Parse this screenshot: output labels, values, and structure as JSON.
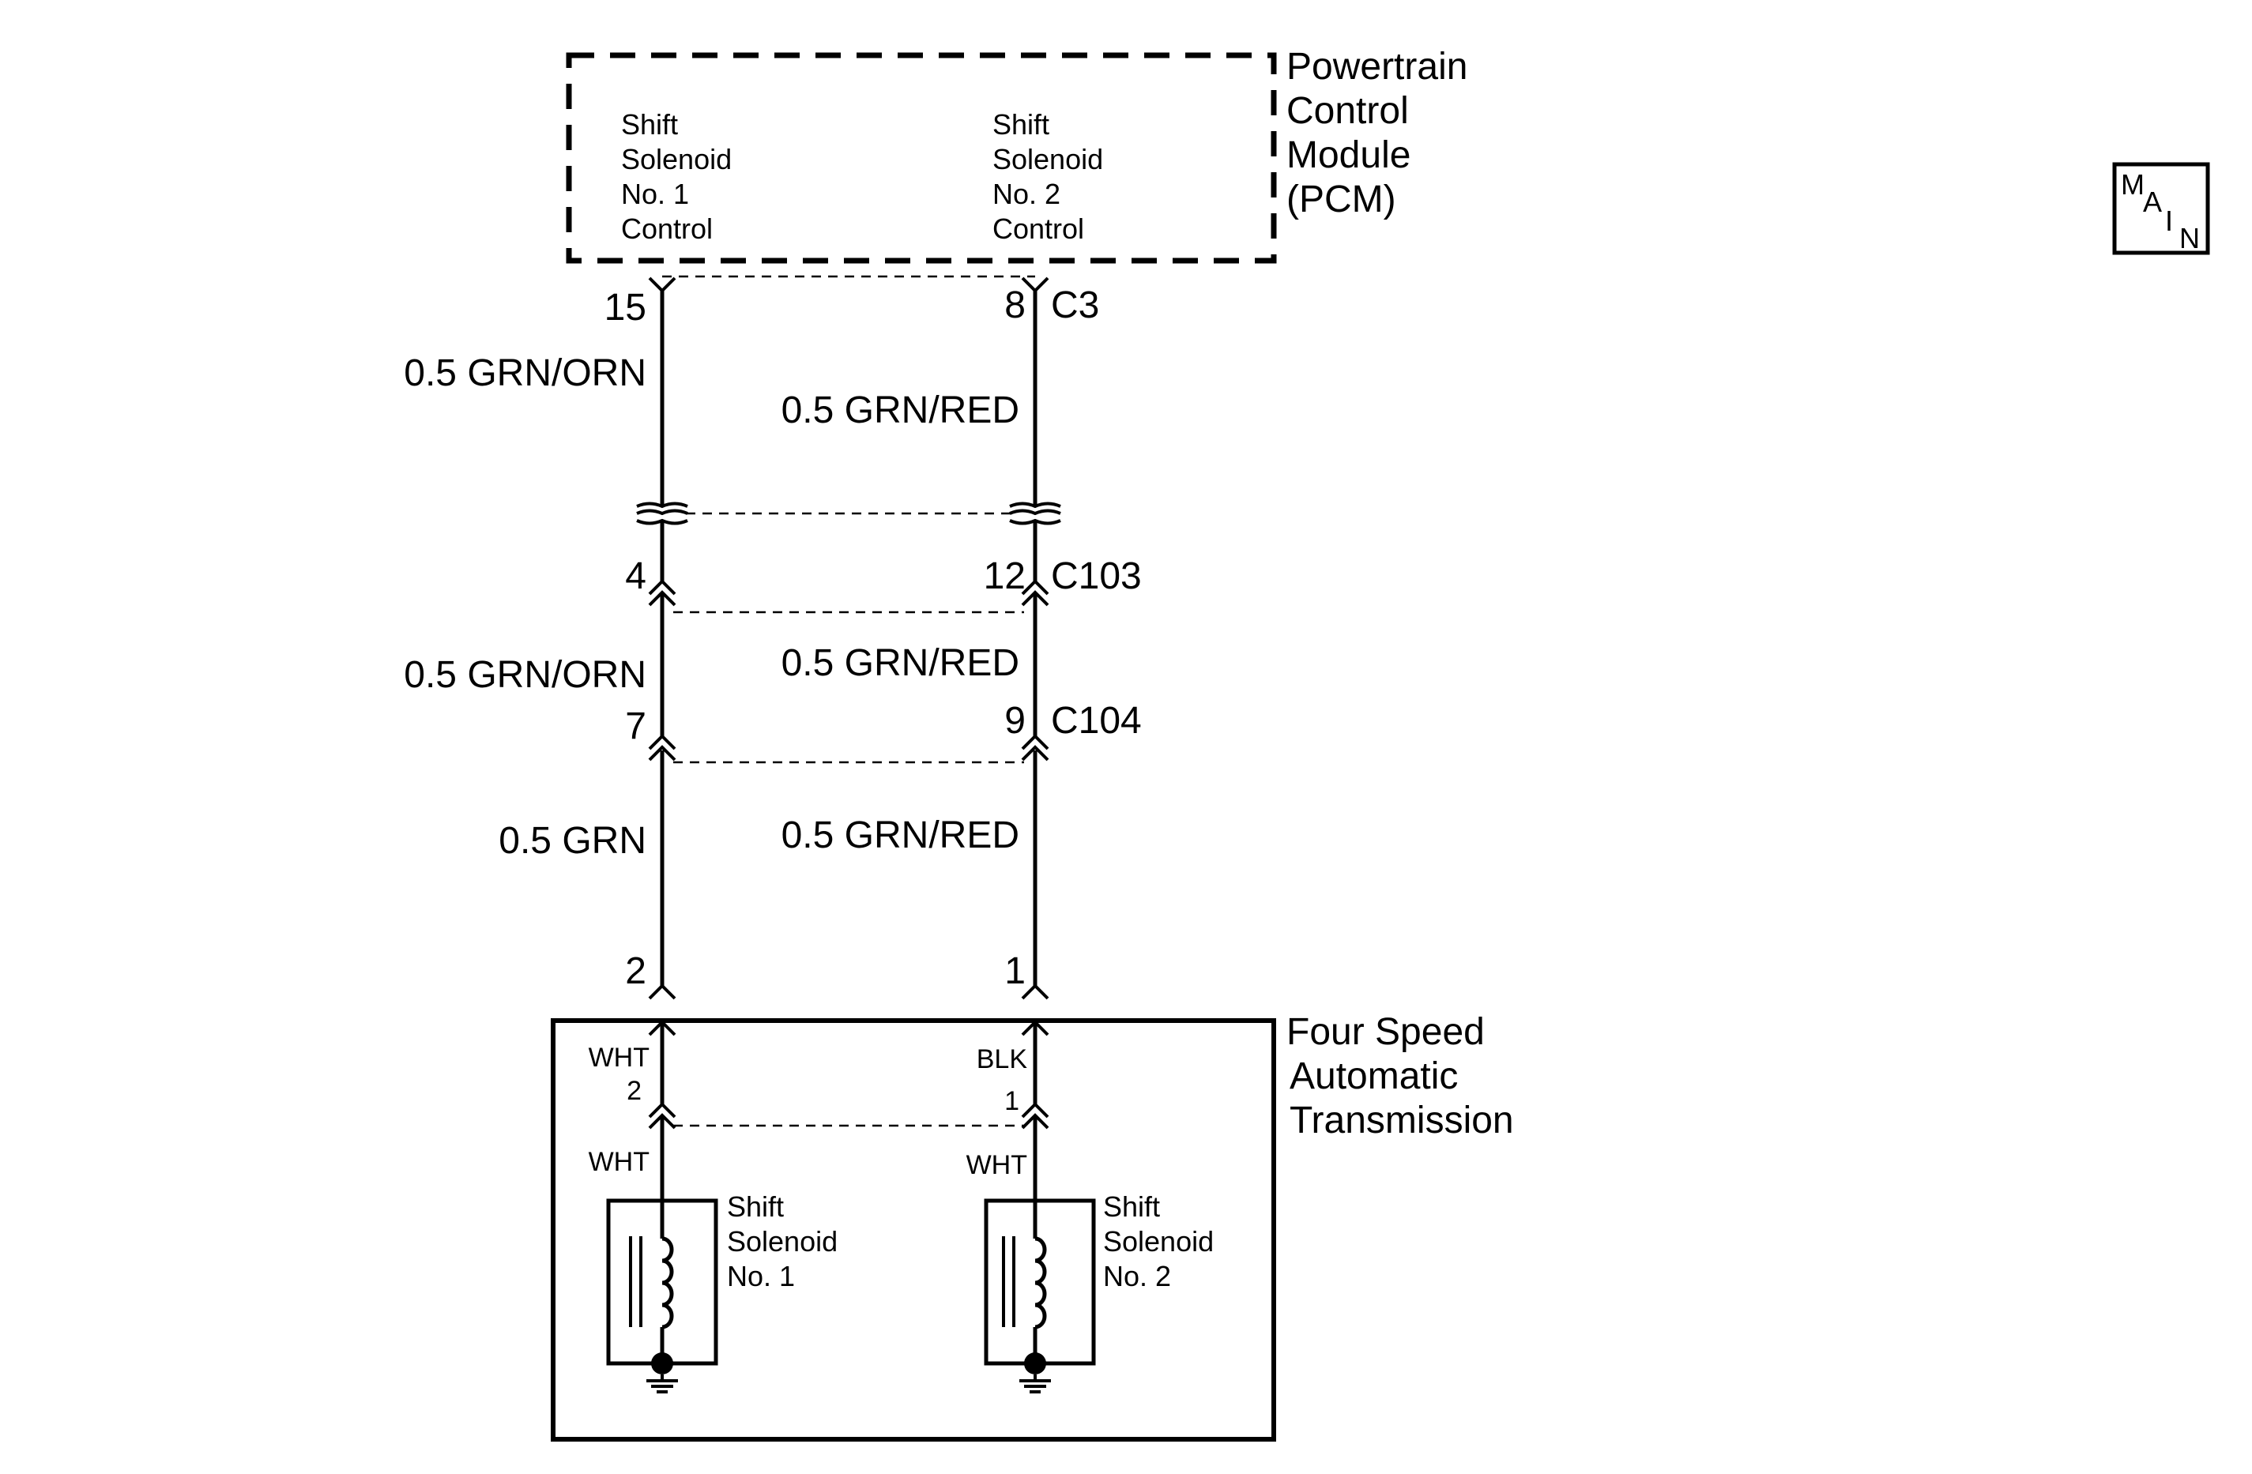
{
  "pcm": {
    "label": [
      "Powertrain",
      "Control",
      "Module",
      "(PCM)"
    ],
    "circuit1_label": [
      "Shift",
      "Solenoid",
      "No. 1",
      "Control"
    ],
    "circuit2_label": [
      "Shift",
      "Solenoid",
      "No. 2",
      "Control"
    ]
  },
  "connector_c3": {
    "name": "C3",
    "pin_left": "15",
    "pin_right": "8"
  },
  "wires_upper": {
    "left": "0.5 GRN/ORN",
    "right": "0.5 GRN/RED"
  },
  "connector_c103": {
    "name": "C103",
    "pin_left": "4",
    "pin_right": "12"
  },
  "wires_middle": {
    "left": "0.5 GRN/ORN",
    "right": "0.5 GRN/RED"
  },
  "connector_c104": {
    "name": "C104",
    "pin_left": "7",
    "pin_right": "9"
  },
  "wires_lower": {
    "left": "0.5 GRN",
    "right": "0.5 GRN/RED"
  },
  "transmission_connector": {
    "pin_left": "2",
    "pin_right": "1"
  },
  "transmission": {
    "label": [
      "Four Speed",
      "Automatic",
      "Transmission"
    ],
    "inner_left_wire": "WHT",
    "inner_left_pin": "2",
    "inner_right_wire": "BLK",
    "inner_right_pin": "1",
    "lead_left_wire": "WHT",
    "lead_right_wire": "WHT"
  },
  "solenoid1": {
    "label": [
      "Shift",
      "Solenoid",
      "No. 1"
    ]
  },
  "solenoid2": {
    "label": [
      "Shift",
      "Solenoid",
      "No. 2"
    ]
  },
  "main_badge": {
    "m": "M",
    "a": "A",
    "i": "I",
    "n": "N"
  }
}
